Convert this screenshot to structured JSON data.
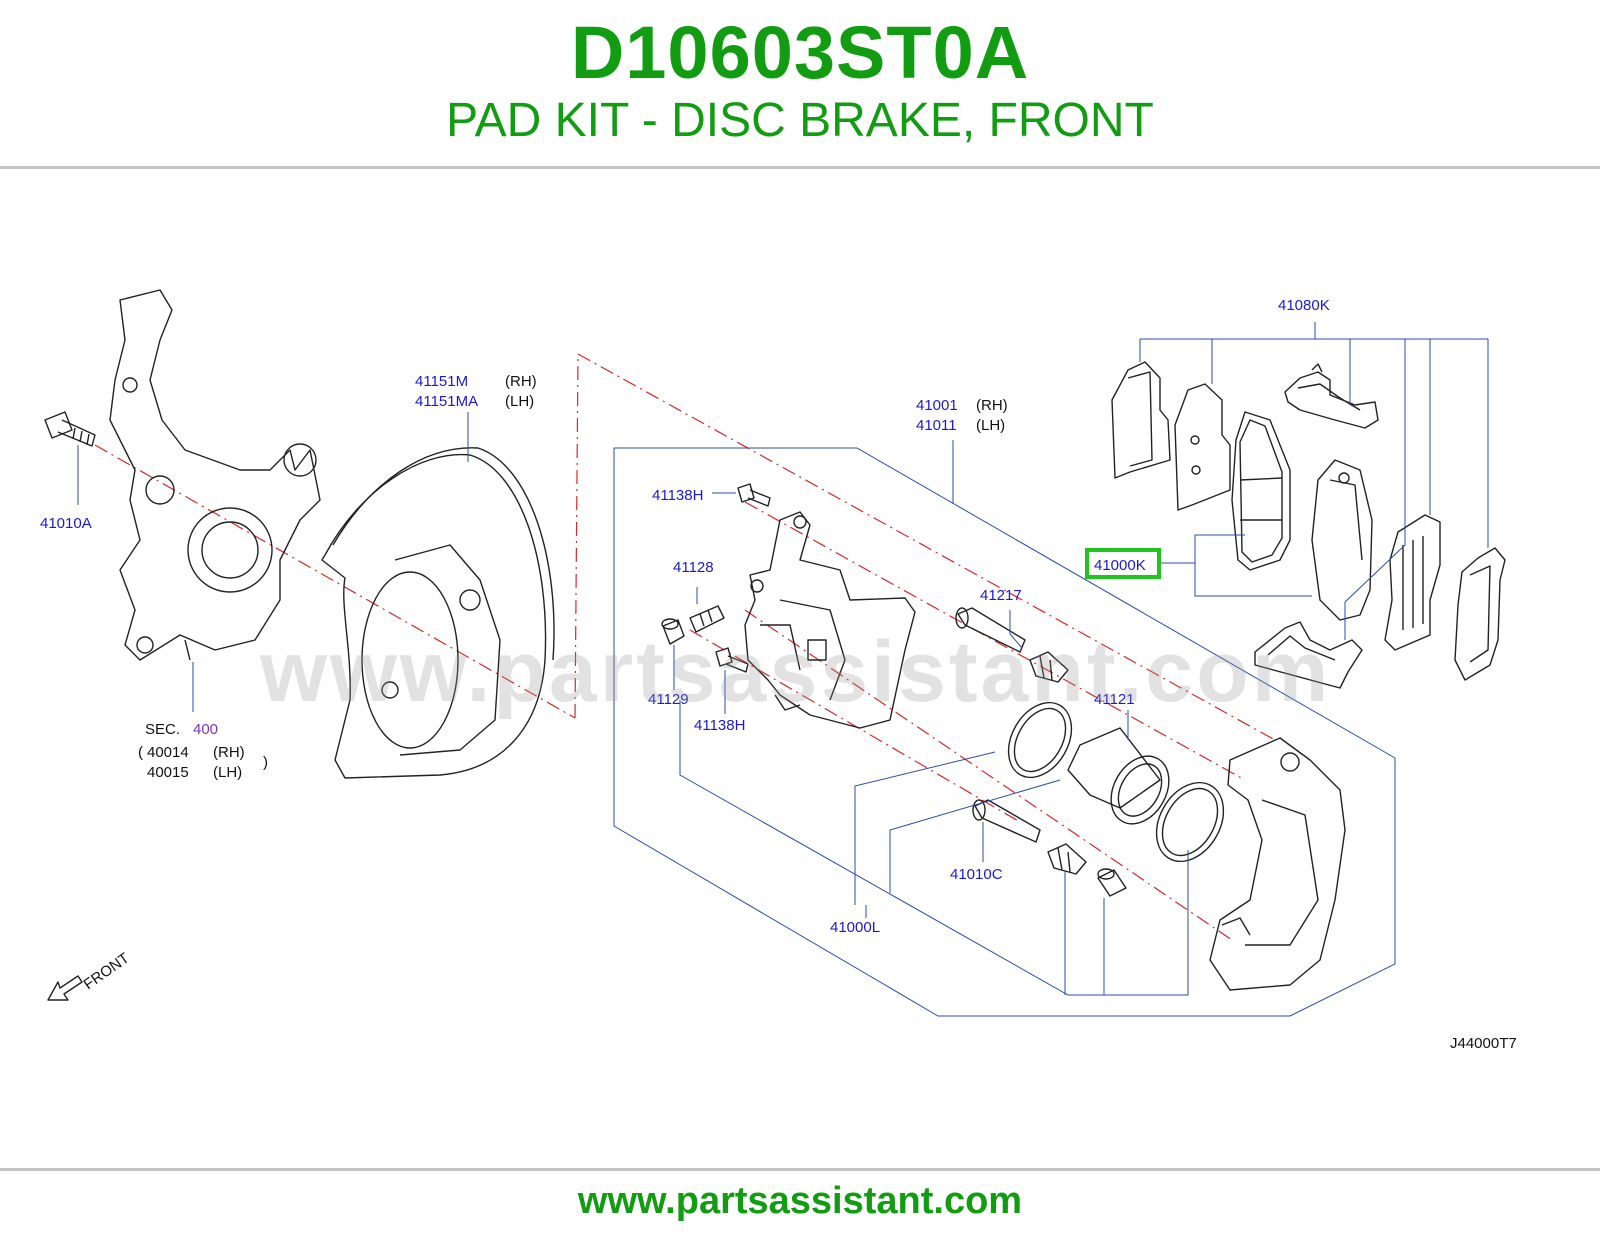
{
  "header": {
    "part_number": "D10603ST0A",
    "description": "PAD KIT - DISC BRAKE, FRONT"
  },
  "footer": {
    "url": "www.partsassistant.com"
  },
  "watermark": {
    "text": "www.partsassistant.com"
  },
  "diagram": {
    "code": "J44000T7",
    "front_label": "FRONT",
    "highlight_color": "#1fc41f",
    "labels": {
      "p41010A": "41010A",
      "sec": "SEC.",
      "sec_ref": "400",
      "p40014": "40014",
      "p40015": "40015",
      "rh": "(RH)",
      "lh": "(LH)",
      "p41151M": "41151M",
      "p41151MA": "41151MA",
      "p41001": "41001",
      "p41011": "41011",
      "p41138H_top": "41138H",
      "p41128": "41128",
      "p41129": "41129",
      "p41138H_bottom": "41138H",
      "p41217": "41217",
      "p41121": "41121",
      "p41010C": "41010C",
      "p41000L": "41000L",
      "p41080K": "41080K",
      "p41000K": "41000K"
    }
  }
}
